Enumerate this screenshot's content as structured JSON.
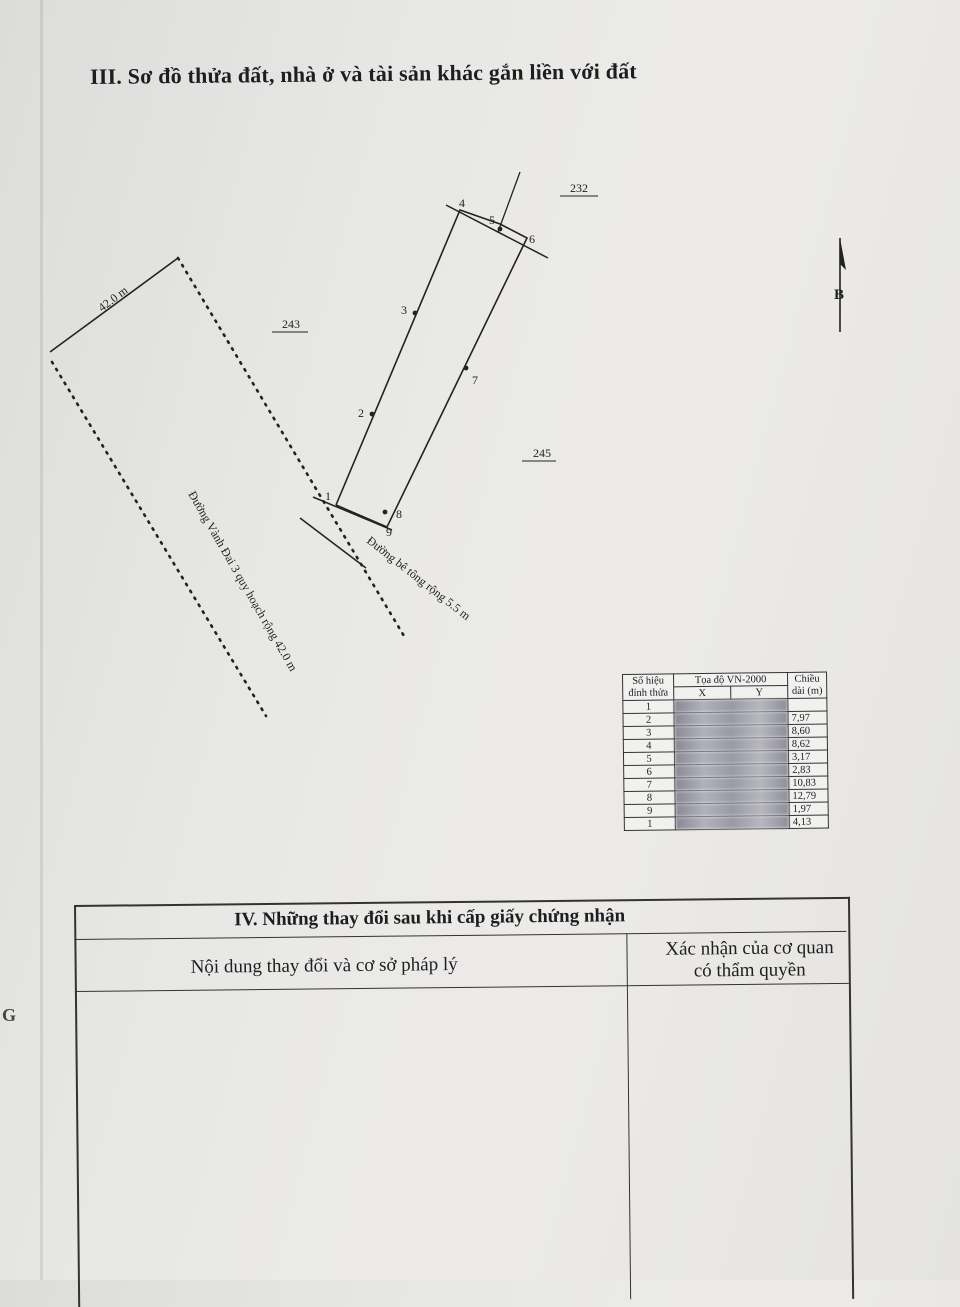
{
  "section3": {
    "title": "III. Sơ đồ thửa đất, nhà ở và tài sản khác gắn liền với đất"
  },
  "map": {
    "parcel_labels": {
      "p232": "232",
      "p243": "243",
      "p245": "245"
    },
    "road_width_label": "42.0 m",
    "ring_road_label": "Đường Vành Đai 3 quy hoạch rộng 42.0 m",
    "concrete_road_label": "Đường bê tông rộng 5.5 m",
    "north_label": "B",
    "vertex_labels": [
      "1",
      "2",
      "3",
      "4",
      "5",
      "6",
      "7",
      "8",
      "9"
    ]
  },
  "coord_table": {
    "h_vertex": "Số hiệu đỉnh thửa",
    "h_coord": "Tọa độ VN-2000",
    "h_x": "X",
    "h_y": "Y",
    "h_len": "Chiều dài (m)",
    "rows": [
      {
        "id": "1",
        "len": ""
      },
      {
        "id": "2",
        "len": "7,97"
      },
      {
        "id": "3",
        "len": "8,60"
      },
      {
        "id": "4",
        "len": "8,62"
      },
      {
        "id": "5",
        "len": "3,17"
      },
      {
        "id": "6",
        "len": "2,83"
      },
      {
        "id": "7",
        "len": "10,83"
      },
      {
        "id": "8",
        "len": "12,79"
      },
      {
        "id": "9",
        "len": "1,97"
      },
      {
        "id": "1",
        "len": "4,13"
      }
    ]
  },
  "section4": {
    "title": "IV. Những thay đổi sau khi cấp giấy chứng nhận",
    "col_content": "Nội dung thay đổi và cơ sở pháp lý",
    "col_confirm": "Xác nhận của cơ quan có thẩm quyền"
  },
  "margin_letter": "G"
}
